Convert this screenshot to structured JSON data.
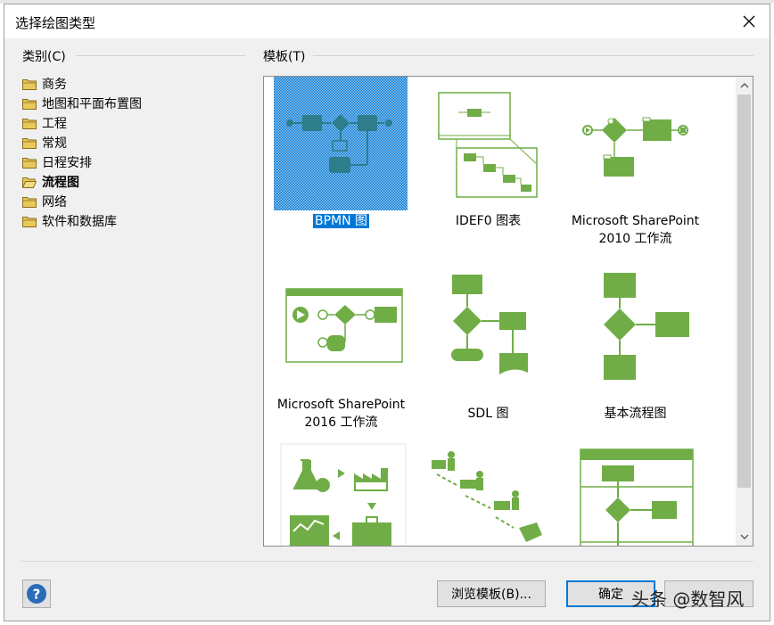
{
  "dialog": {
    "title": "选择绘图类型"
  },
  "categories": {
    "label": "类别(C)",
    "items": [
      {
        "label": "商务"
      },
      {
        "label": "地图和平面布置图"
      },
      {
        "label": "工程"
      },
      {
        "label": "常规"
      },
      {
        "label": "日程安排"
      },
      {
        "label": "流程图",
        "selected": true
      },
      {
        "label": "网络"
      },
      {
        "label": "软件和数据库"
      }
    ]
  },
  "templates": {
    "label": "模板(T)",
    "items": [
      {
        "line1": "BPMN 图",
        "line2": "",
        "selected": true,
        "icon": "bpmn-diagram-icon"
      },
      {
        "line1": "IDEF0 图表",
        "line2": "",
        "icon": "idef0-diagram-icon"
      },
      {
        "line1": "Microsoft SharePoint",
        "line2": "2010 工作流",
        "icon": "sharepoint-2010-workflow-icon"
      },
      {
        "line1": "Microsoft SharePoint",
        "line2": "2016 工作流",
        "icon": "sharepoint-2016-workflow-icon"
      },
      {
        "line1": "SDL 图",
        "line2": "",
        "icon": "sdl-diagram-icon"
      },
      {
        "line1": "基本流程图",
        "line2": "",
        "icon": "basic-flowchart-icon"
      },
      {
        "icon": "work-flow-diagram-icon"
      },
      {
        "icon": "value-stream-icon"
      },
      {
        "icon": "cross-functional-flowchart-icon"
      }
    ]
  },
  "buttons": {
    "browse": "浏览模板(B)...",
    "ok": "确定"
  },
  "watermark": "头条 @数智风",
  "colors": {
    "accent": "#0078d7",
    "shape_green": "#70ad47"
  }
}
